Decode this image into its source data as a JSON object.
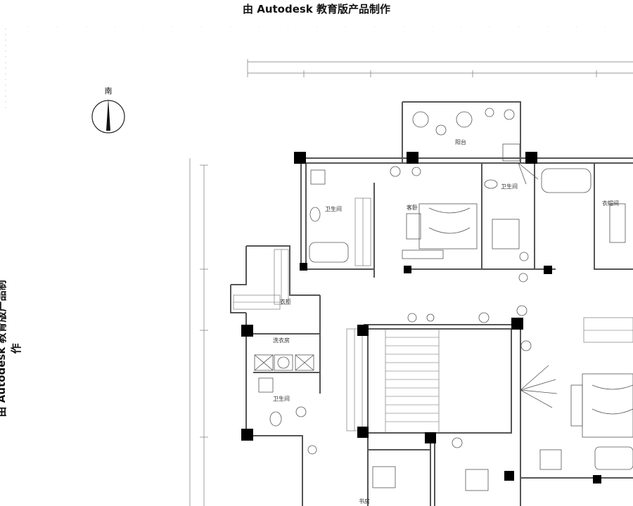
{
  "watermark": {
    "top": "由 Autodesk 教育版产品制作",
    "left": "由 Autodesk 教育版产品制作"
  },
  "compass": {
    "label": "南"
  },
  "rooms": {
    "balcony": "阳台",
    "bathroom_left": "卫生间",
    "guest_bedroom": "客卧",
    "bathroom_center": "卫生间",
    "cloakroom": "衣帽间",
    "closet": "衣柜",
    "laundry": "洗衣房",
    "bathroom_lower": "卫生间",
    "study": "书房"
  },
  "colors": {
    "line": "#555555",
    "pillar": "#000000",
    "text": "#111111"
  }
}
